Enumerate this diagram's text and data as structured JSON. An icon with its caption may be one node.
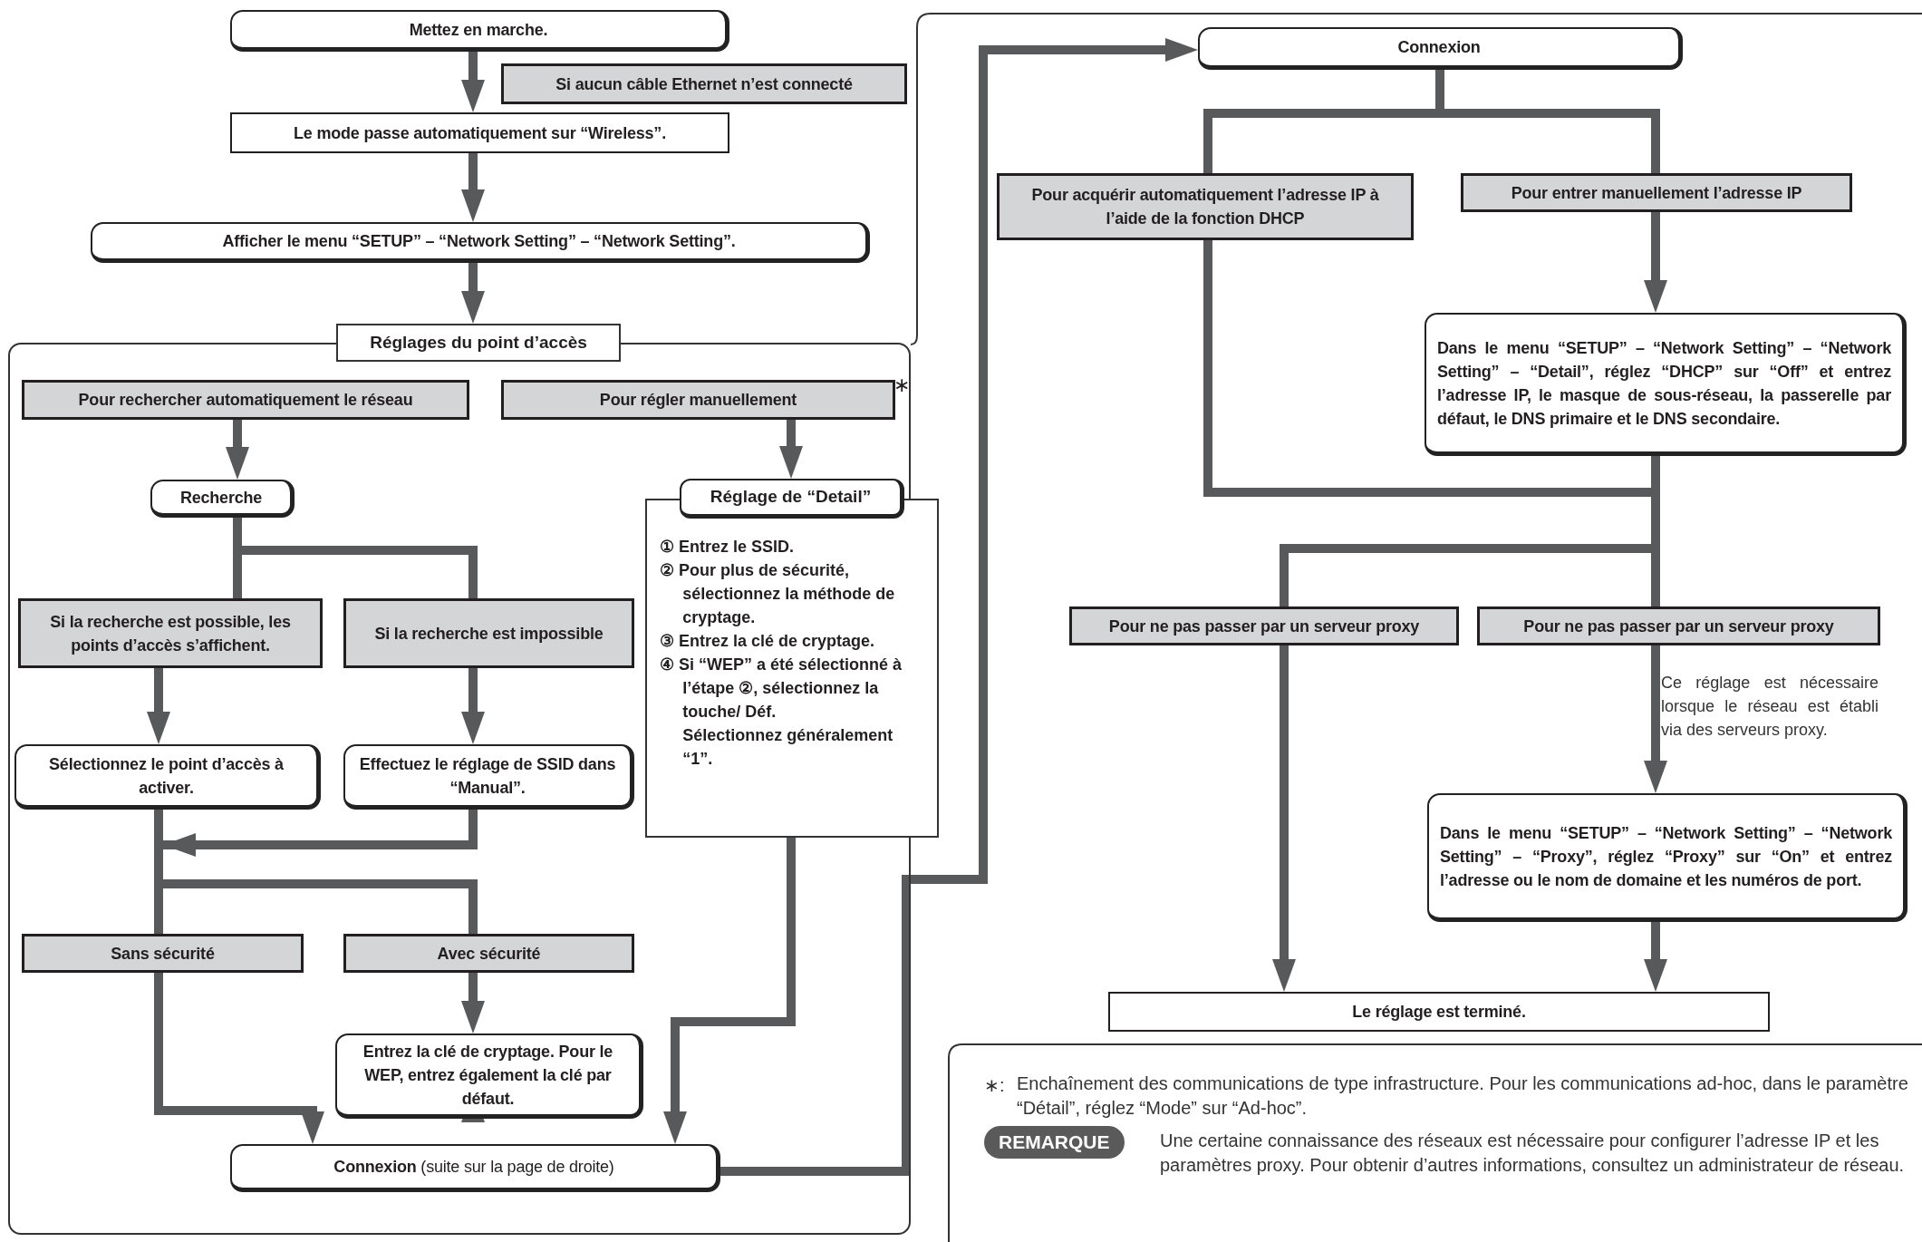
{
  "diagram": {
    "nodes": [
      {
        "text": [
          "Mettez en marche."
        ]
      },
      {
        "text": [
          "Si aucun câble Ethernet n’est connecté"
        ]
      },
      {
        "text": [
          "Le mode passe automatiquement sur “Wireless”."
        ]
      },
      {
        "text": [
          "Afficher le menu “SETUP” – “Network Setting” – “Network Setting”."
        ]
      },
      {
        "text": [
          "Réglages du point d’accès"
        ]
      },
      {
        "text": [
          "Pour rechercher automatiquement le réseau"
        ],
        "in": 4
      },
      {
        "text": [
          "Pour régler manuellement"
        ],
        "in": 4,
        "beside": [
          "∗"
        ]
      },
      {
        "text": [
          "Recherche"
        ],
        "in": 4
      },
      {
        "text": [
          "Réglage de “Detail”",
          "① Entrez le SSID.",
          "② Pour plus de sécurité, sélectionnez la méthode de cryptage.",
          "③ Entrez la clé de cryptage.",
          "④ Si “WEP” a été sélectionné à l’étape ②, sélectionnez la touche/ Déf.",
          "Sélectionnez généralement “1”."
        ],
        "in": 4
      },
      {
        "text": [
          "Si la recherche est possible, les points d’accès s’affichent."
        ],
        "in": 4
      },
      {
        "text": [
          "Si la recherche est impossible"
        ],
        "in": 4
      },
      {
        "text": [
          "Sélectionnez le point d’accès à activer."
        ],
        "in": 4
      },
      {
        "text": [
          "Effectuez le réglage de SSID dans “Manual”."
        ],
        "in": 4
      },
      {
        "text": [
          "Sans sécurité"
        ],
        "in": 4
      },
      {
        "text": [
          "Avec sécurité"
        ],
        "in": 4
      },
      {
        "text": [
          "Entrez la clé de cryptage. Pour le WEP, entrez également la clé par défaut."
        ],
        "in": 4
      },
      {
        "text": [
          "**Connexion** (suite sur la page de droite)"
        ],
        "in": 4
      },
      {
        "text": [
          "Connexion"
        ]
      },
      {
        "text": [
          "Pour acquérir automatiquement l’adresse IP à l’aide de la fonction DHCP"
        ]
      },
      {
        "text": [
          "Pour entrer manuellement l’adresse IP"
        ]
      },
      {
        "text": [
          "Dans le menu “SETUP” – “Network Setting” – “Network Setting” – “Detail”, réglez “DHCP” sur “Off” et entrez l’adresse IP, le masque de sous-réseau, la passerelle par défaut, le DNS primaire et le DNS secondaire."
        ]
      },
      {
        "text": [
          "Pour ne pas passer par un serveur proxy"
        ]
      },
      {
        "text": [
          "Pour ne pas passer par un serveur proxy"
        ],
        "beside": [
          "Ce réglage est nécessaire lorsque le réseau est établi via des serveurs proxy."
        ]
      },
      {
        "text": [
          "Dans le menu “SETUP” – “Network Setting” – “Network Setting” – “Proxy”, réglez “Proxy” sur “On” et entrez l’adresse ou le nom de domaine et les numéros de port."
        ]
      },
      {
        "text": [
          "Le réglage est terminé."
        ]
      }
    ],
    "edges": [
      {
        "from": 0,
        "to": 2,
        "arrow": "to"
      },
      {
        "from": 2,
        "to": 3,
        "arrow": "to"
      },
      {
        "from": 3,
        "to": 4,
        "arrow": "to"
      },
      {
        "from": 5,
        "to": 7,
        "arrow": "to"
      },
      {
        "from": 6,
        "to": 8,
        "arrow": "to"
      },
      {
        "from": 7,
        "to": 9,
        "arrow": "none"
      },
      {
        "from": 7,
        "to": 10,
        "arrow": "none"
      },
      {
        "from": 9,
        "to": 11,
        "arrow": "to"
      },
      {
        "from": 10,
        "to": 12,
        "arrow": "to"
      },
      {
        "from": 11,
        "to": 13,
        "arrow": "none"
      },
      {
        "from": 11,
        "to": 14,
        "arrow": "none"
      },
      {
        "from": 12,
        "to": 13,
        "arrow": "none"
      },
      {
        "from": 12,
        "to": 14,
        "arrow": "none"
      },
      {
        "from": 13,
        "to": 16,
        "arrow": "to"
      },
      {
        "from": 14,
        "to": 15,
        "arrow": "to"
      },
      {
        "from": 15,
        "to": 16,
        "arrow": "to"
      },
      {
        "from": 8,
        "to": 16,
        "arrow": "to"
      },
      {
        "from": 16,
        "to": 17,
        "arrow": "to"
      },
      {
        "from": 17,
        "to": 18,
        "arrow": "none"
      },
      {
        "from": 17,
        "to": 19,
        "arrow": "none"
      },
      {
        "from": 19,
        "to": 20,
        "arrow": "to"
      },
      {
        "from": 18,
        "to": 21,
        "arrow": "none"
      },
      {
        "from": 18,
        "to": 22,
        "arrow": "none"
      },
      {
        "from": 20,
        "to": 21,
        "arrow": "none"
      },
      {
        "from": 20,
        "to": 22,
        "arrow": "none"
      },
      {
        "from": 21,
        "to": 24,
        "arrow": "to"
      },
      {
        "from": 22,
        "to": 23,
        "arrow": "to"
      },
      {
        "from": 23,
        "to": 24,
        "arrow": "to"
      }
    ],
    "labels": [
      "∗:",
      "Enchaînement des communications de type infrastructure. Pour les communications ad-hoc, dans le paramètre “Détail”, réglez “Mode” sur “Ad-hoc”.",
      "REMARQUE",
      "Une certaine connaissance des réseaux est nécessaire pour configurer l’adresse IP et les paramètres proxy. Pour obtenir d’autres informations, consultez un administrateur de réseau."
    ]
  }
}
